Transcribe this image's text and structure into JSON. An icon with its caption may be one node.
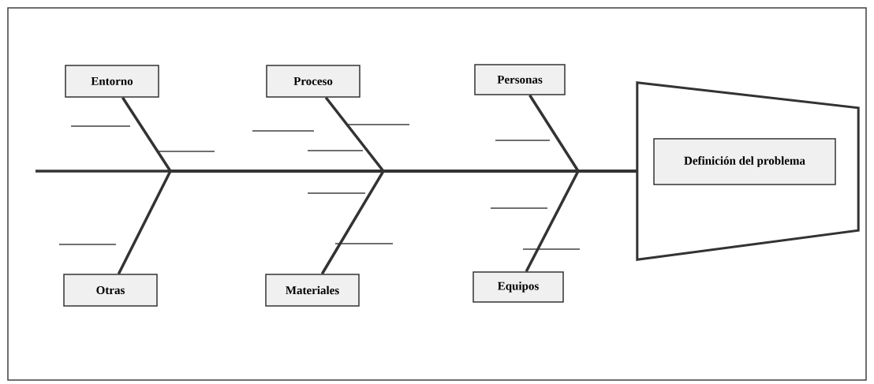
{
  "diagram": {
    "nodes": [
      {
        "text": [
          "Entorno"
        ]
      },
      {
        "text": [
          "Proceso"
        ]
      },
      {
        "text": [
          "Personas"
        ]
      },
      {
        "text": [],
        "shape": "trapezoid"
      },
      {
        "text": [
          "Definición del problema"
        ],
        "in": 3
      },
      {
        "text": [
          "Otras"
        ]
      },
      {
        "text": [
          "Materiales"
        ]
      },
      {
        "text": [
          "Equipos"
        ]
      }
    ],
    "edges": [
      {
        "from": null,
        "to": 3,
        "arrow": "none"
      },
      {
        "from": 0,
        "to": 3,
        "arrow": "none"
      },
      {
        "from": 5,
        "to": 3,
        "arrow": "none"
      },
      {
        "from": 1,
        "to": 3,
        "arrow": "none"
      },
      {
        "from": 6,
        "to": 3,
        "arrow": "none"
      },
      {
        "from": 2,
        "to": 3,
        "arrow": "none"
      },
      {
        "from": 7,
        "to": 3,
        "arrow": "none"
      }
    ]
  }
}
